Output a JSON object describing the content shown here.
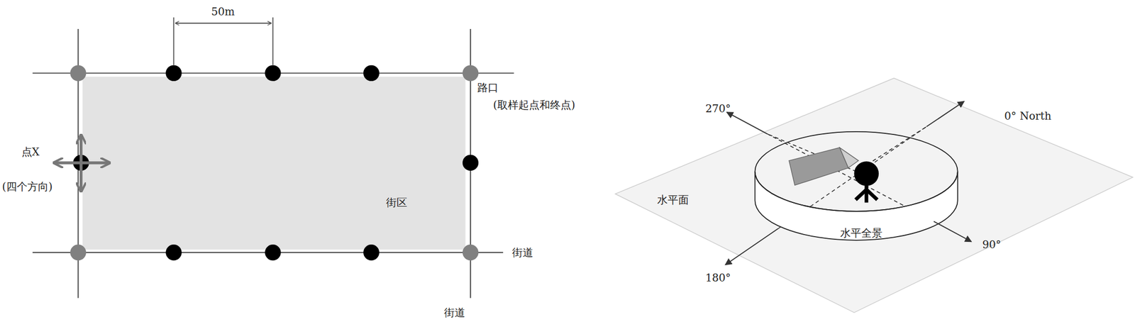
{
  "diagram": {
    "labels": [
      "50m",
      "路口",
      "(取样起点和终点)",
      "点X",
      "(四个方向)",
      "街区",
      "街道",
      "街道",
      "270°",
      "0° North",
      "180°",
      "90°",
      "水平面",
      "水平全景"
    ]
  }
}
